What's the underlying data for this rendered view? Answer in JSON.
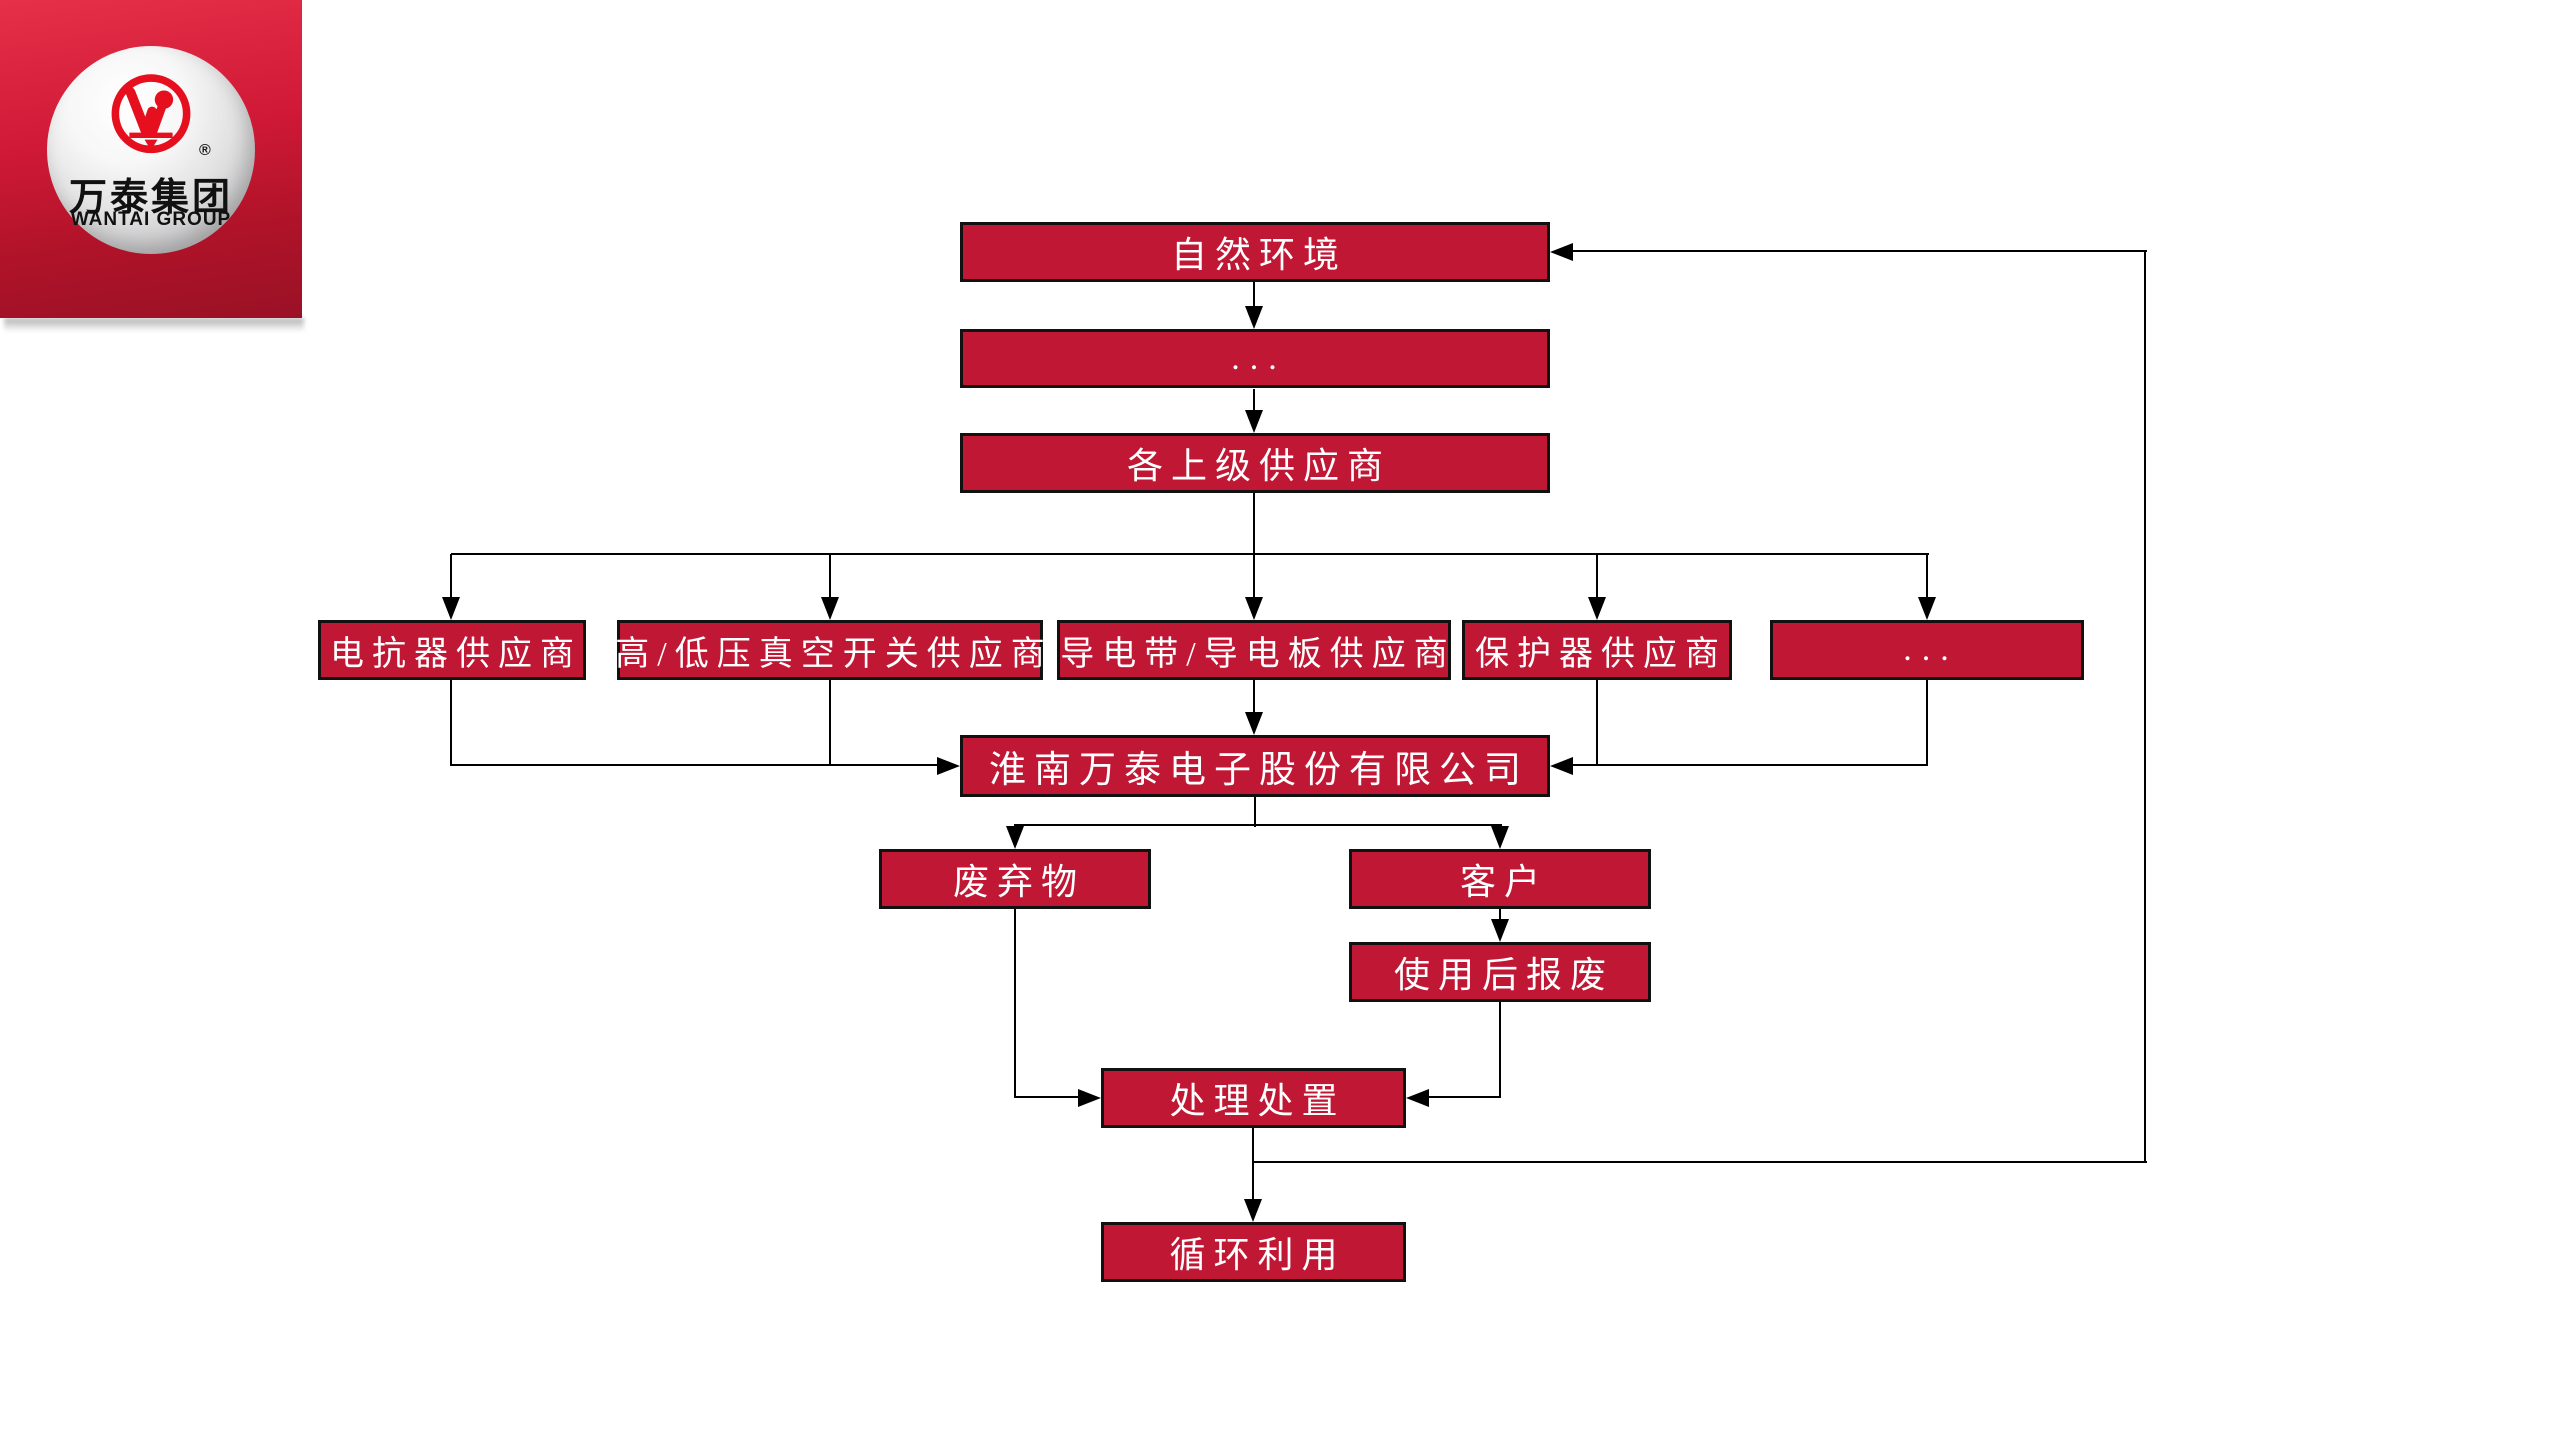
{
  "logo": {
    "company_cn": "万泰集团",
    "company_en": "WANTAI GROUP",
    "registered_mark": "®",
    "brand_red": "#e60f1e",
    "square_gradient_top": "#e63049",
    "square_gradient_bottom": "#9a1125",
    "mark_icon": "wantai-w-icon"
  },
  "flowchart": {
    "box_fill": "#c01734",
    "box_border": "#111111",
    "box_text_color": "#ffffff",
    "line_color": "#000000",
    "nodes": {
      "natural_env": {
        "label": "自然环境"
      },
      "tier_ellipsis": {
        "label": "..."
      },
      "upper_suppliers": {
        "label": "各上级供应商"
      },
      "reactor": {
        "label": "电抗器供应商"
      },
      "vacuum_switch": {
        "label": "高/低压真空开关供应商"
      },
      "conductive": {
        "label": "导电带/导电板供应商"
      },
      "protector": {
        "label": "保护器供应商"
      },
      "other_suppliers": {
        "label": "..."
      },
      "company": {
        "label": "淮南万泰电子股份有限公司"
      },
      "waste": {
        "label": "废弃物"
      },
      "customer": {
        "label": "客户"
      },
      "scrap_after_use": {
        "label": "使用后报废"
      },
      "treatment": {
        "label": "处理处置"
      },
      "recycling": {
        "label": "循环利用"
      }
    }
  }
}
